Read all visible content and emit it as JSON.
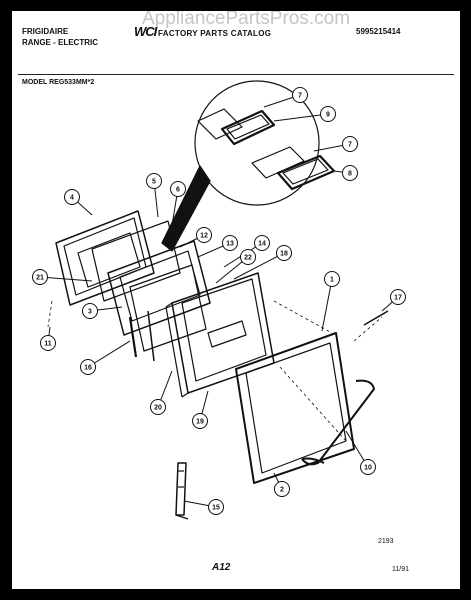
{
  "header": {
    "brand": "FRIGIDAIRE",
    "product": "RANGE - ELECTRIC",
    "logo_text": "WCI",
    "catalog_title": "FACTORY PARTS CATALOG",
    "doc_number": "5995215414"
  },
  "watermark": "AppliancePartsPros.com",
  "model_label": "MODEL REG533MM*2",
  "callouts": [
    "7",
    "9",
    "7",
    "8",
    "4",
    "5",
    "6",
    "12",
    "13",
    "14",
    "18",
    "22",
    "21",
    "3",
    "11",
    "16",
    "1",
    "17",
    "20",
    "19",
    "10",
    "2",
    "15"
  ],
  "footer": {
    "drawing_number": "2193",
    "page_code": "A12",
    "date_code": "11/91"
  }
}
